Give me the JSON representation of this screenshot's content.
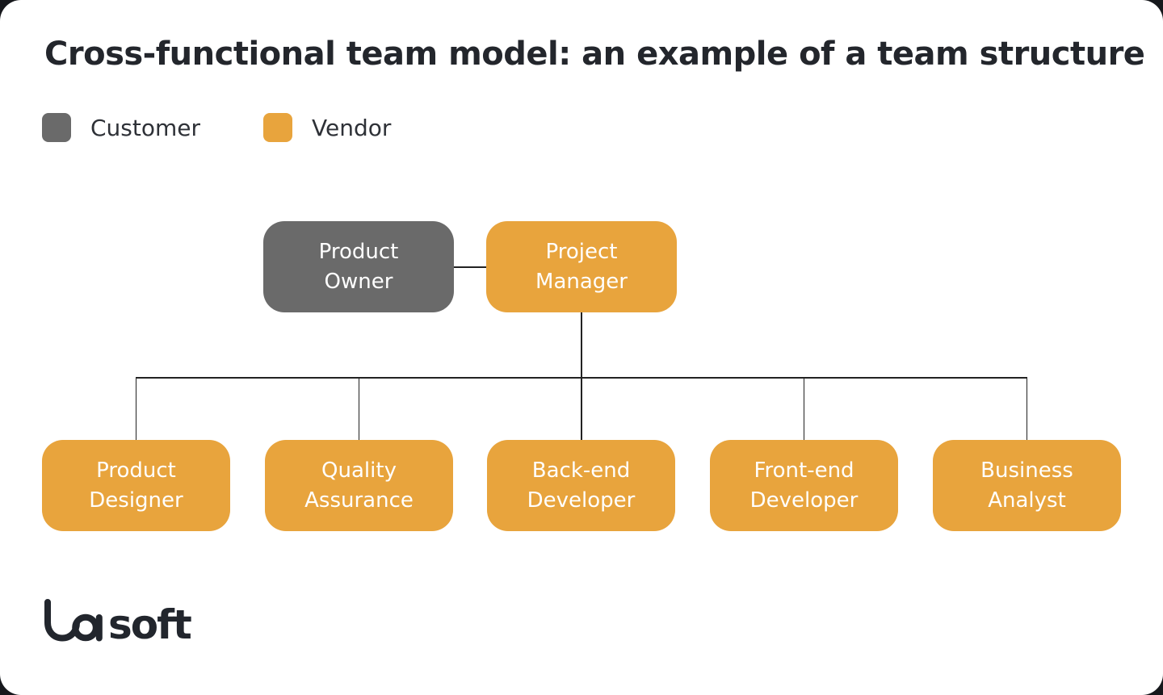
{
  "page": {
    "title": "Cross-functional team model: an example of a team structure",
    "background": "#FFFFFF",
    "outer_background": "#16181C"
  },
  "legend": {
    "items": [
      {
        "label": "Customer",
        "color": "#6A6A6A",
        "group": "customer"
      },
      {
        "label": "Vendor",
        "color": "#E8A43D",
        "group": "vendor"
      }
    ]
  },
  "diagram": {
    "type": "org-chart",
    "nodes": [
      {
        "id": "product-owner",
        "label": "Product Owner",
        "group": "customer"
      },
      {
        "id": "project-manager",
        "label": "Project Manager",
        "group": "vendor"
      },
      {
        "id": "product-designer",
        "label": "Product Designer",
        "group": "vendor",
        "reports_to": "project-manager"
      },
      {
        "id": "quality-assurance",
        "label": "Quality Assurance",
        "group": "vendor",
        "reports_to": "project-manager"
      },
      {
        "id": "back-end-developer",
        "label": "Back-end Developer",
        "group": "vendor",
        "reports_to": "project-manager"
      },
      {
        "id": "front-end-developer",
        "label": "Front-end Developer",
        "group": "vendor",
        "reports_to": "project-manager"
      },
      {
        "id": "business-analyst",
        "label": "Business Analyst",
        "group": "vendor",
        "reports_to": "project-manager"
      }
    ],
    "edges": [
      [
        "product-owner",
        "project-manager"
      ],
      [
        "project-manager",
        "product-designer"
      ],
      [
        "project-manager",
        "quality-assurance"
      ],
      [
        "project-manager",
        "back-end-developer"
      ],
      [
        "project-manager",
        "front-end-developer"
      ],
      [
        "project-manager",
        "business-analyst"
      ]
    ],
    "colors": {
      "customer": "#6A6A6A",
      "vendor": "#E8A43D",
      "connector": "#222222",
      "node_text": "#FFFFFF",
      "title_text": "#23262C"
    }
  },
  "brand": {
    "logo_text": "lasoft",
    "logo_mark": "la",
    "logo_suffix": "soft"
  }
}
